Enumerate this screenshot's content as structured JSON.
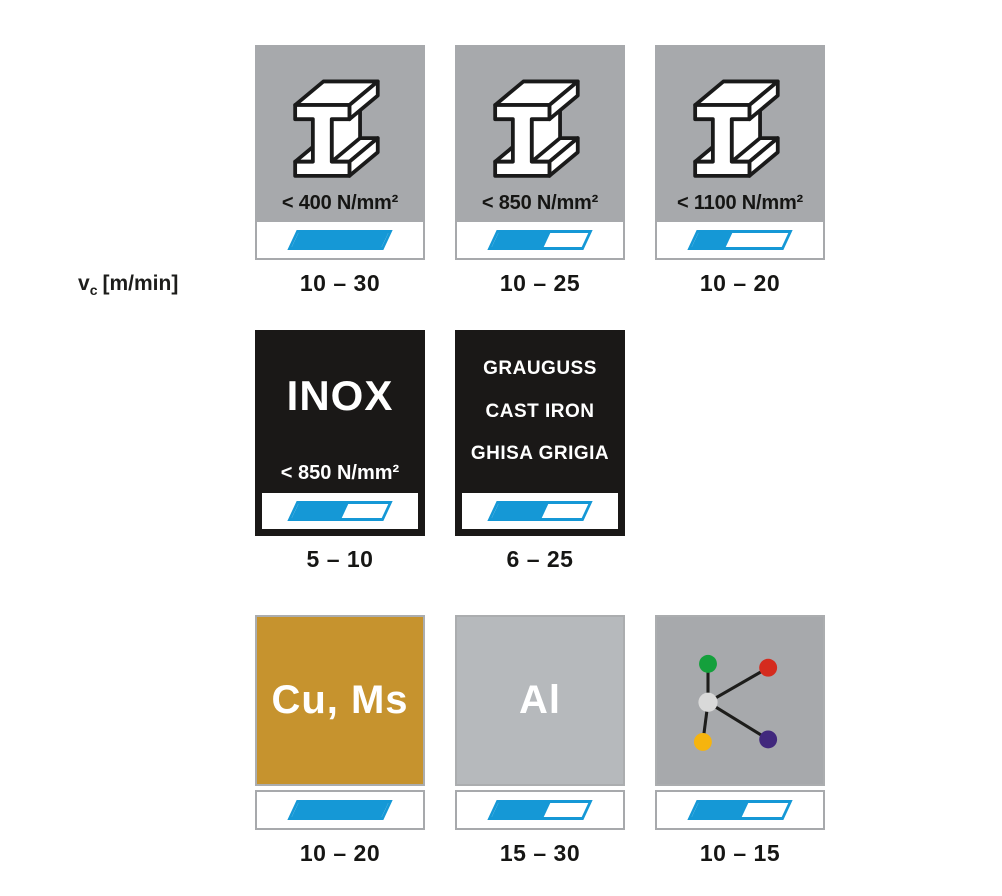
{
  "axis_label": {
    "symbol": "v",
    "subscript": "c",
    "unit": "[m/min]"
  },
  "colors": {
    "blue": "#1598d6",
    "tile-gray": "#a7a9ac",
    "tile-black": "#1a1817",
    "brass": "#c6932e",
    "alu": "#b6b9bc",
    "ink": "#1d1d1b"
  },
  "rows": [
    {
      "tiles": [
        {
          "label": "< 400 N/mm²",
          "fill": 1.0,
          "speed": "10 – 30"
        },
        {
          "label": "< 850 N/mm²",
          "fill": 0.58,
          "speed": "10 – 25"
        },
        {
          "label": "< 1100 N/mm²",
          "fill": 0.38,
          "speed": "10 – 20"
        }
      ]
    },
    {
      "tiles": [
        {
          "title": "INOX",
          "label": "< 850 N/mm²",
          "fill": 0.55,
          "speed": "5 – 10"
        },
        {
          "lines": [
            "GRAUGUSS",
            "CAST IRON",
            "GHISA GRIGIA"
          ],
          "fill": 0.55,
          "speed": "6 – 25"
        }
      ]
    },
    {
      "tiles": [
        {
          "title": "Cu, Ms",
          "fill": 1.0,
          "speed": "10 – 20"
        },
        {
          "title": "Al",
          "fill": 0.58,
          "speed": "15 – 30"
        },
        {
          "fill": 0.55,
          "speed": "10 – 15"
        }
      ]
    }
  ],
  "network": {
    "dots": [
      {
        "name": "green",
        "color": "#14a03c"
      },
      {
        "name": "red",
        "color": "#d52b1e"
      },
      {
        "name": "silver",
        "color": "#d9d9d9"
      },
      {
        "name": "yellow",
        "color": "#f6b40e"
      },
      {
        "name": "violet",
        "color": "#41287d"
      }
    ]
  }
}
